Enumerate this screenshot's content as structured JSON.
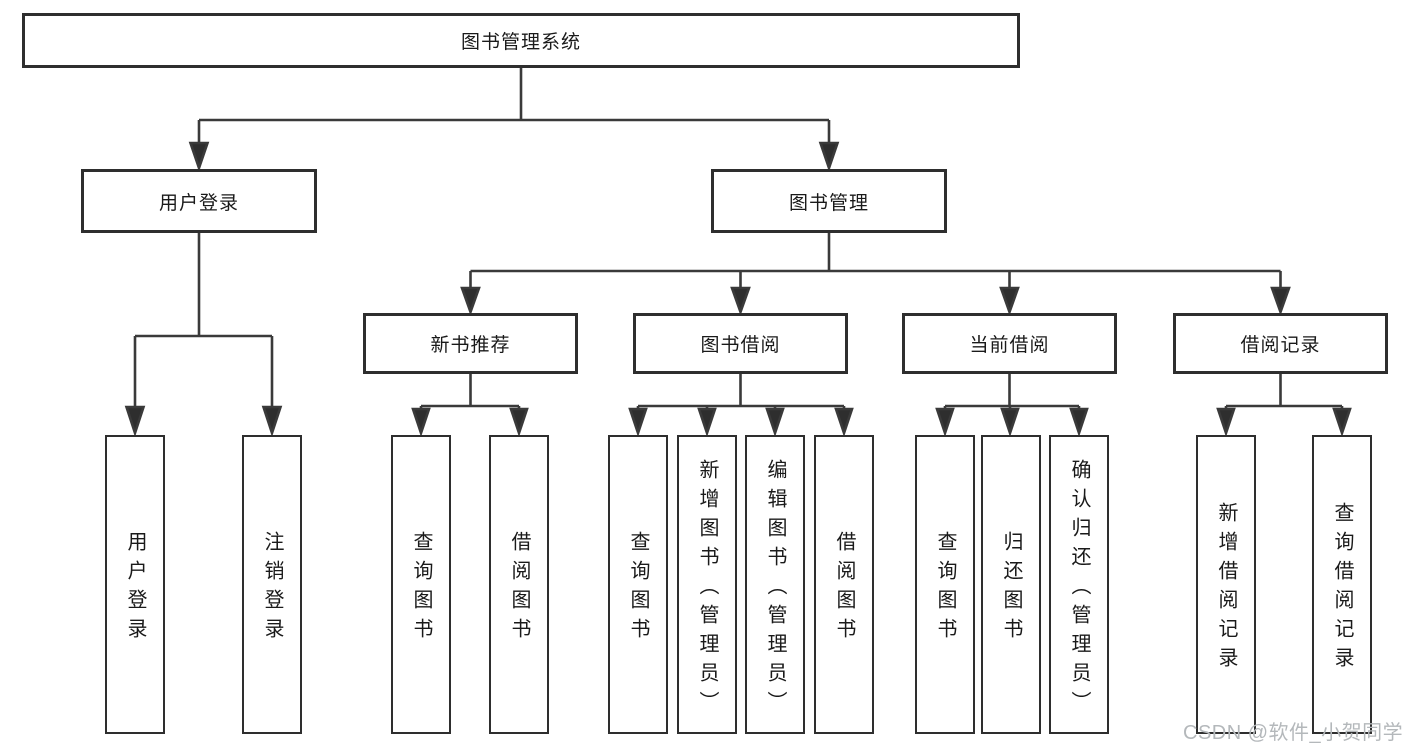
{
  "diagram": {
    "type": "hierarchy-tree",
    "root": {
      "label": "图书管理系统"
    },
    "level1": [
      {
        "label": "用户登录",
        "parent": "图书管理系统"
      },
      {
        "label": "图书管理",
        "parent": "图书管理系统"
      }
    ],
    "level2": [
      {
        "label": "新书推荐",
        "parent": "图书管理"
      },
      {
        "label": "图书借阅",
        "parent": "图书管理"
      },
      {
        "label": "当前借阅",
        "parent": "图书管理"
      },
      {
        "label": "借阅记录",
        "parent": "图书管理"
      }
    ],
    "leaves": [
      {
        "label": "用户登录",
        "parent": "用户登录"
      },
      {
        "label": "注销登录",
        "parent": "用户登录"
      },
      {
        "label": "查询图书",
        "parent": "新书推荐"
      },
      {
        "label": "借阅图书",
        "parent": "新书推荐"
      },
      {
        "label": "查询图书",
        "parent": "图书借阅"
      },
      {
        "label": "新增图书（管理员）",
        "parent": "图书借阅"
      },
      {
        "label": "编辑图书（管理员）",
        "parent": "图书借阅"
      },
      {
        "label": "借阅图书",
        "parent": "图书借阅"
      },
      {
        "label": "查询图书",
        "parent": "当前借阅"
      },
      {
        "label": "归还图书",
        "parent": "当前借阅"
      },
      {
        "label": "确认归还（管理员）",
        "parent": "当前借阅"
      },
      {
        "label": "新增借阅记录",
        "parent": "借阅记录"
      },
      {
        "label": "查询借阅记录",
        "parent": "借阅记录"
      }
    ],
    "watermark": "CSDN @软件_小贺同学",
    "colors": {
      "background": "#ffffff",
      "line": "#3a3a3a",
      "box_border": "#2e2e2e",
      "text": "#1a1a1a",
      "watermark": "#b4b8bb"
    }
  }
}
